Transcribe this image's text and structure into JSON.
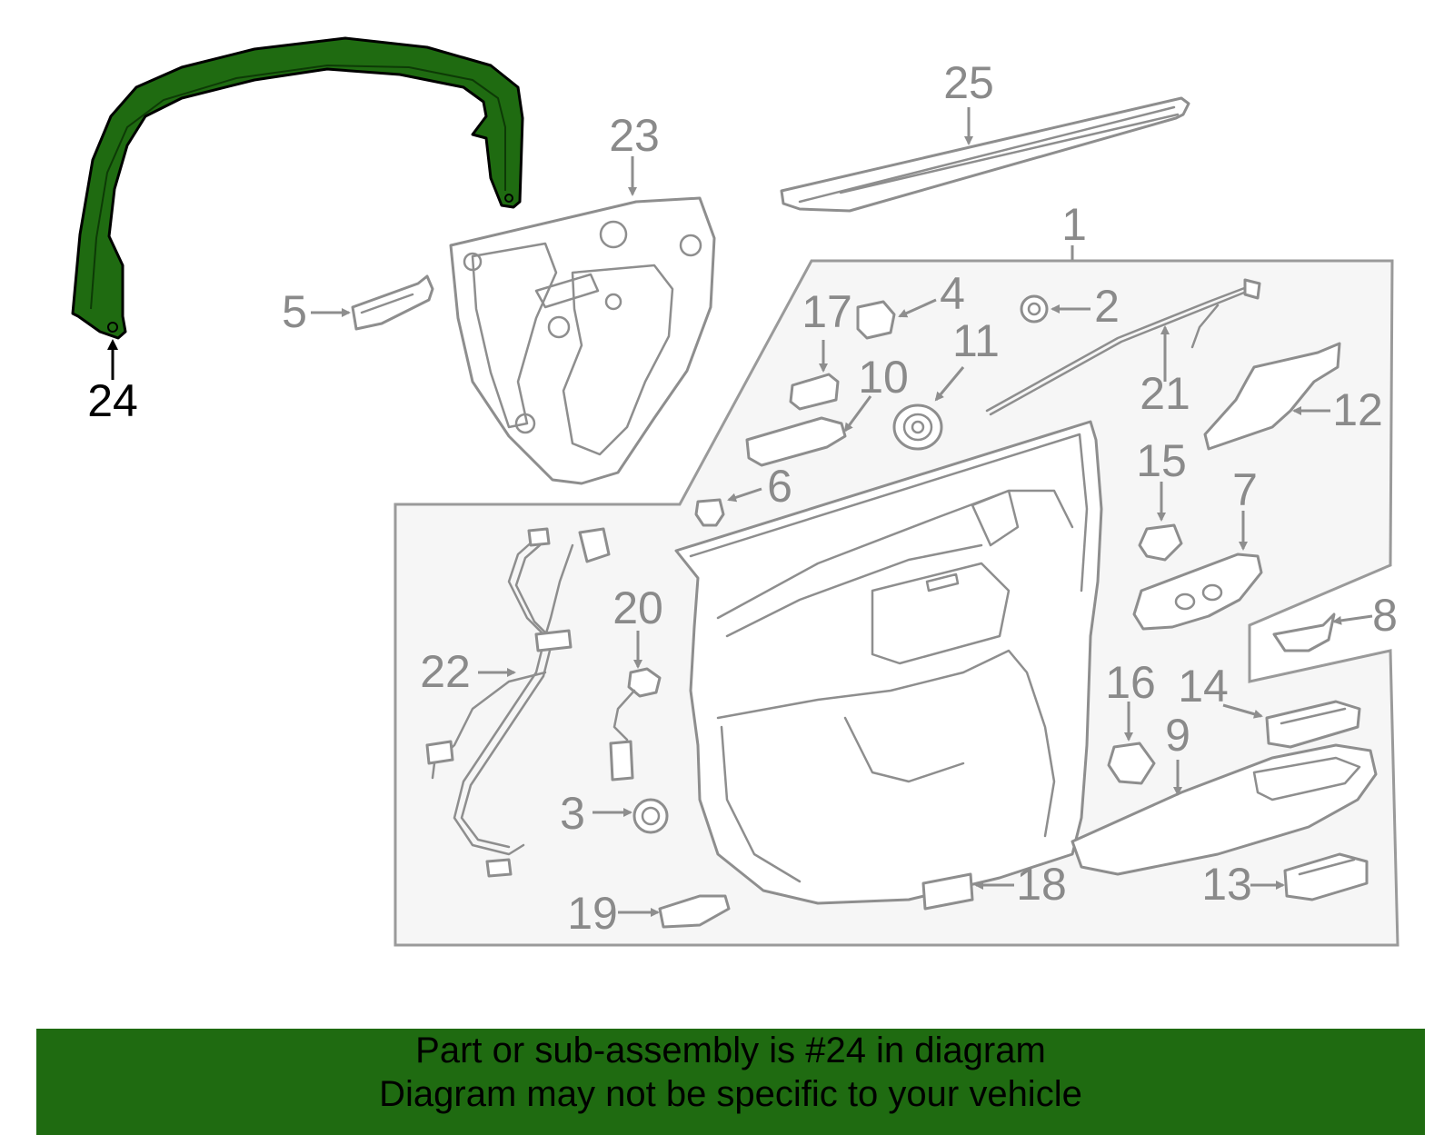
{
  "diagram": {
    "highlight_color": "#1f6b11",
    "highlighted_part": "24",
    "labels": [
      "1",
      "2",
      "3",
      "4",
      "5",
      "6",
      "7",
      "8",
      "9",
      "10",
      "11",
      "12",
      "13",
      "14",
      "15",
      "16",
      "17",
      "18",
      "19",
      "20",
      "21",
      "22",
      "23",
      "24",
      "25"
    ]
  },
  "banner": {
    "background": "#1f6b11",
    "line1": "Part or sub-assembly is #24 in diagram",
    "line2": "Diagram may not be specific to your vehicle"
  }
}
